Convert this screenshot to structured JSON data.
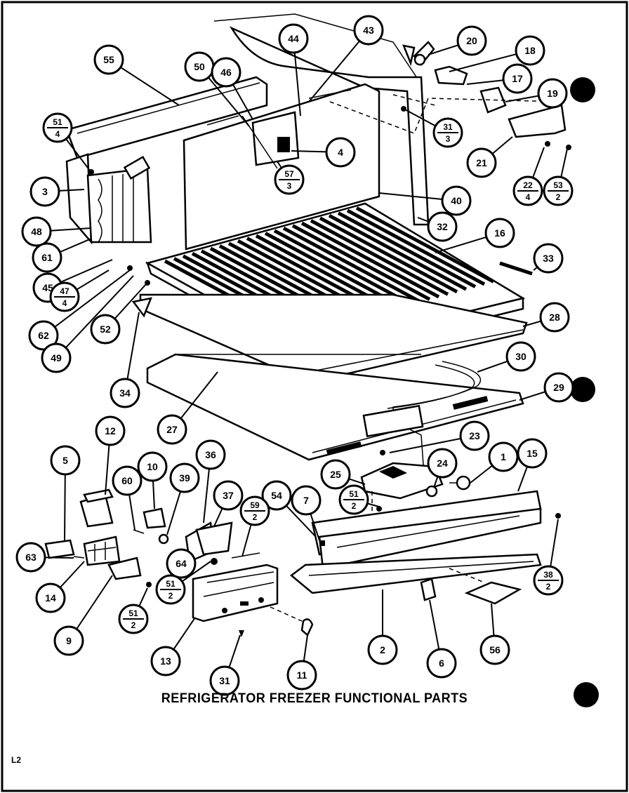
{
  "title": "REFRIGERATOR FREEZER FUNCTIONAL PARTS",
  "corner_mark": "L2",
  "callouts": [
    {
      "id": "c55",
      "label": "55"
    },
    {
      "id": "c50",
      "label": "50"
    },
    {
      "id": "c46",
      "label": "46"
    },
    {
      "id": "c44",
      "label": "44"
    },
    {
      "id": "c43",
      "label": "43"
    },
    {
      "id": "c20",
      "label": "20"
    },
    {
      "id": "c18",
      "label": "18"
    },
    {
      "id": "c17",
      "label": "17"
    },
    {
      "id": "c19",
      "label": "19"
    },
    {
      "id": "c51a",
      "label": "51",
      "qty": "4"
    },
    {
      "id": "c31a",
      "label": "31",
      "qty": "3"
    },
    {
      "id": "c4",
      "label": "4"
    },
    {
      "id": "c21",
      "label": "21"
    },
    {
      "id": "c22",
      "label": "22",
      "qty": "4"
    },
    {
      "id": "c53",
      "label": "53",
      "qty": "2"
    },
    {
      "id": "c3",
      "label": "3"
    },
    {
      "id": "c57",
      "label": "57",
      "qty": "3"
    },
    {
      "id": "c40",
      "label": "40"
    },
    {
      "id": "c48",
      "label": "48"
    },
    {
      "id": "c32",
      "label": "32"
    },
    {
      "id": "c16",
      "label": "16"
    },
    {
      "id": "c61",
      "label": "61"
    },
    {
      "id": "c33",
      "label": "33"
    },
    {
      "id": "c45",
      "label": "45"
    },
    {
      "id": "c47",
      "label": "47",
      "qty": "4"
    },
    {
      "id": "c62",
      "label": "62"
    },
    {
      "id": "c52",
      "label": "52"
    },
    {
      "id": "c28",
      "label": "28"
    },
    {
      "id": "c49",
      "label": "49"
    },
    {
      "id": "c30",
      "label": "30"
    },
    {
      "id": "c34",
      "label": "34"
    },
    {
      "id": "c29",
      "label": "29"
    },
    {
      "id": "c27",
      "label": "27"
    },
    {
      "id": "c23",
      "label": "23"
    },
    {
      "id": "c12",
      "label": "12"
    },
    {
      "id": "c36",
      "label": "36"
    },
    {
      "id": "c5",
      "label": "5"
    },
    {
      "id": "c10",
      "label": "10"
    },
    {
      "id": "c1",
      "label": "1"
    },
    {
      "id": "c15",
      "label": "15"
    },
    {
      "id": "c25",
      "label": "25"
    },
    {
      "id": "c24",
      "label": "24"
    },
    {
      "id": "c60",
      "label": "60"
    },
    {
      "id": "c39",
      "label": "39"
    },
    {
      "id": "c37",
      "label": "37"
    },
    {
      "id": "c54",
      "label": "54"
    },
    {
      "id": "c7",
      "label": "7"
    },
    {
      "id": "c51b",
      "label": "51",
      "qty": "2"
    },
    {
      "id": "c59",
      "label": "59",
      "qty": "2"
    },
    {
      "id": "c63",
      "label": "63"
    },
    {
      "id": "c64",
      "label": "64"
    },
    {
      "id": "c51c",
      "label": "51",
      "qty": "2"
    },
    {
      "id": "c38",
      "label": "38",
      "qty": "2"
    },
    {
      "id": "c14",
      "label": "14"
    },
    {
      "id": "c51d",
      "label": "51",
      "qty": "2"
    },
    {
      "id": "c9",
      "label": "9"
    },
    {
      "id": "c2",
      "label": "2"
    },
    {
      "id": "c6",
      "label": "6"
    },
    {
      "id": "c56",
      "label": "56"
    },
    {
      "id": "c13",
      "label": "13"
    },
    {
      "id": "c11",
      "label": "11"
    },
    {
      "id": "c31b",
      "label": "31"
    }
  ]
}
